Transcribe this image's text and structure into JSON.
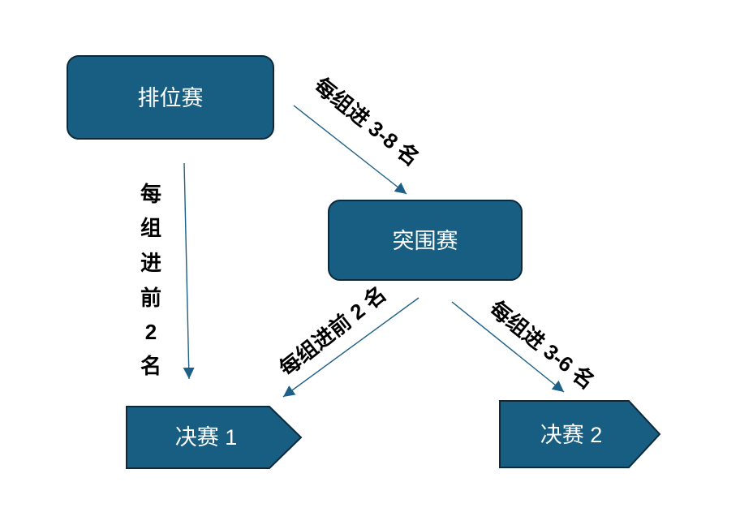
{
  "diagram": {
    "nodes": [
      {
        "label": "排位赛"
      },
      {
        "label": "突围赛"
      },
      {
        "label": "决赛 1"
      },
      {
        "label": "决赛 2"
      }
    ],
    "edges": [
      {
        "from": 0,
        "to": 2,
        "label_lines": [
          "每",
          "组",
          "进",
          "前",
          "2",
          "名"
        ]
      },
      {
        "from": 0,
        "to": 1,
        "label": "每组进 3-8 名"
      },
      {
        "from": 1,
        "to": 2,
        "label": "每组进前 2 名"
      },
      {
        "from": 1,
        "to": 3,
        "label": "每组进 3-6 名"
      }
    ]
  },
  "colors": {
    "node_fill": "#175e82",
    "node_border": "#0d2a3d",
    "node_text": "#ffffff",
    "arrow": "#1d5f86",
    "edge_label": "#000000",
    "background": "#ffffff"
  }
}
